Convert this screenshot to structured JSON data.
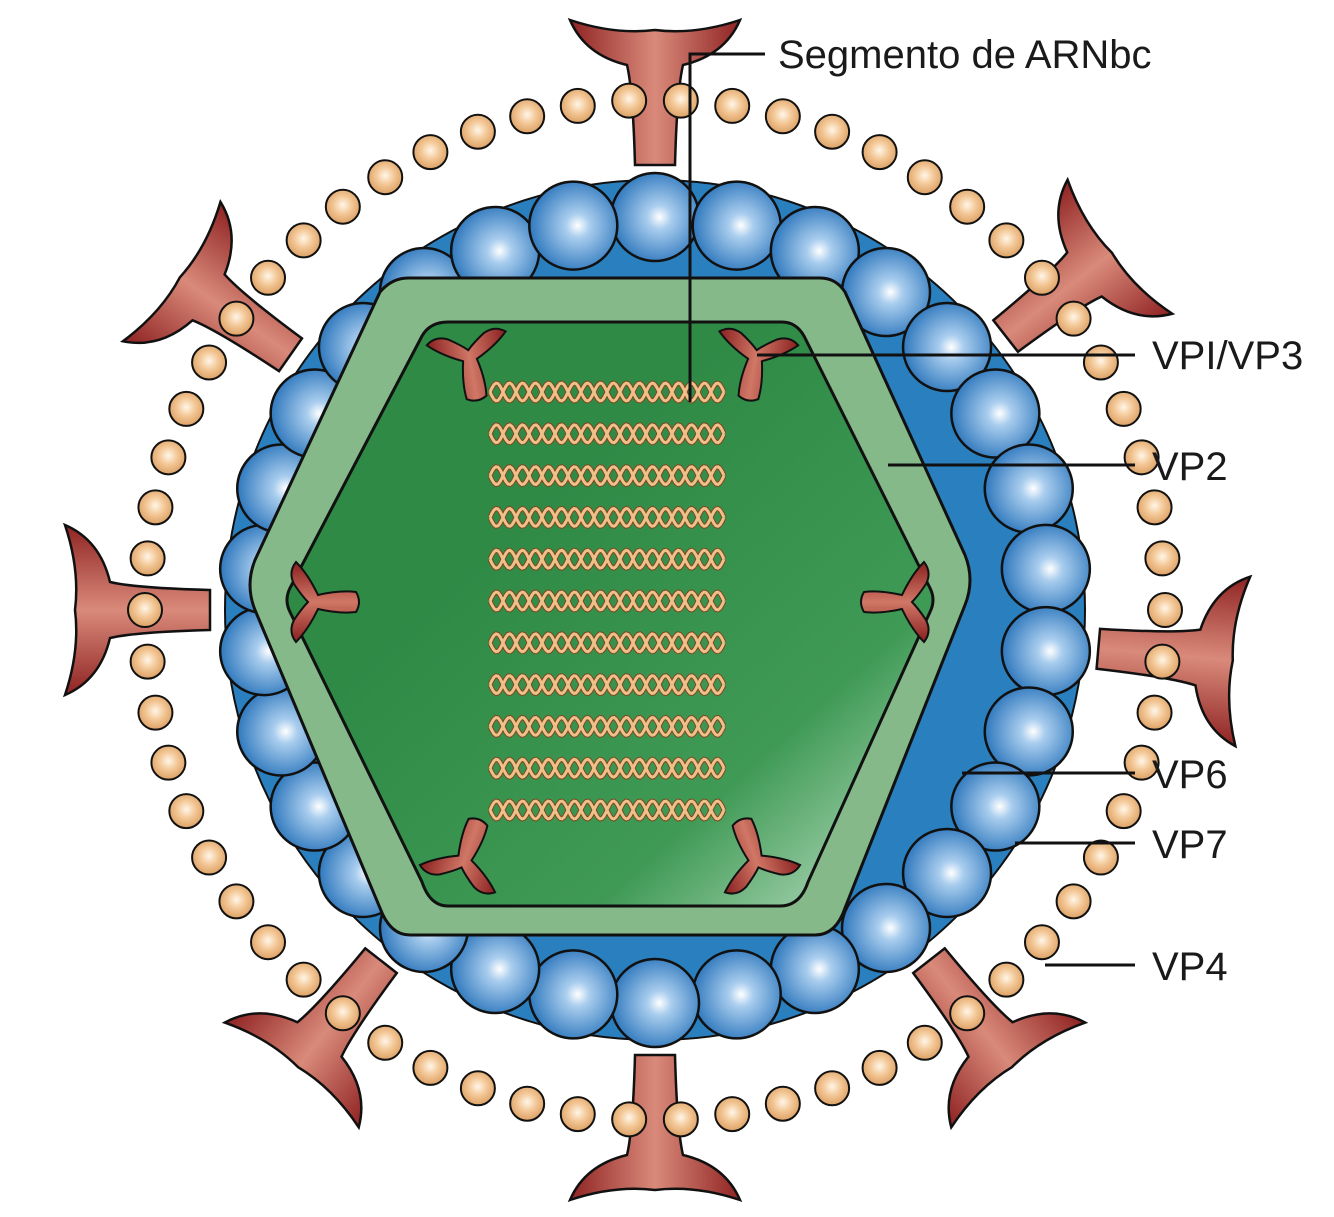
{
  "labels": {
    "dsrna_segment": "Segmento de ARNbc",
    "vp1_vp3": "VPI/VP3",
    "vp2": "VP2",
    "vp6": "VP6",
    "vp7": "VP7",
    "vp4": "VP4"
  },
  "colors": {
    "vp7_bead": "#e7b27f",
    "vp6_sphere": "#4d8fc6",
    "vp6_layer": "#2a7fbf",
    "vp2_shell": "#86b98a",
    "core": "#2e8a45",
    "vp4_spike": "#a93a34",
    "rna": "#e2a66a"
  }
}
